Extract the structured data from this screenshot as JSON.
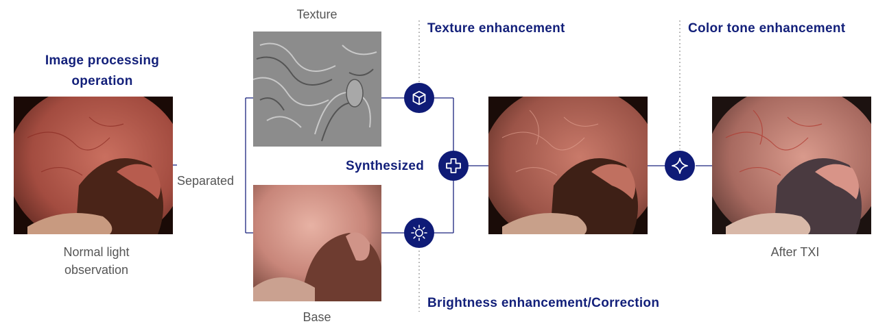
{
  "titles": {
    "image_processing": "Image processing operation",
    "texture_enhancement": "Texture enhancement",
    "color_tone_enhancement": "Color tone enhancement",
    "brightness_enhancement": "Brightness enhancement/Correction",
    "synthesized": "Synthesized"
  },
  "labels": {
    "texture": "Texture",
    "base": "Base",
    "separated": "Separated",
    "normal_light": "Normal light observation",
    "after_txi": "After TXI"
  },
  "icons": {
    "texture": "cube-icon",
    "brightness": "sun-icon",
    "synthesize": "plus-icon",
    "color_tone": "sparkle-icon"
  },
  "colors": {
    "accent": "#13207a",
    "circle": "#0f1b77",
    "line": "#1a237e",
    "caption": "#555555"
  }
}
